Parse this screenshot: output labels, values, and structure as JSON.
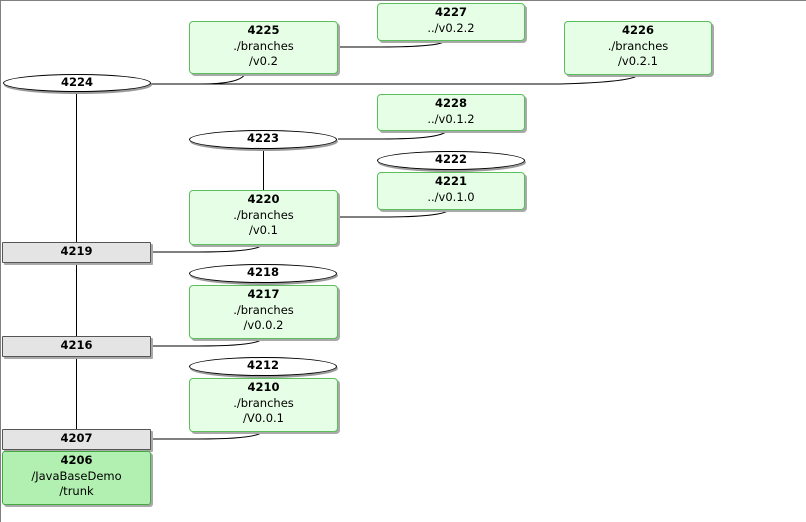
{
  "graph": {
    "nodes": [
      {
        "id": "n4224",
        "kind": "ellipse",
        "lines": [
          "4224"
        ]
      },
      {
        "id": "n4219",
        "kind": "rect",
        "lines": [
          "4219"
        ]
      },
      {
        "id": "n4216",
        "kind": "rect",
        "lines": [
          "4216"
        ]
      },
      {
        "id": "n4207",
        "kind": "rect",
        "lines": [
          "4207"
        ]
      },
      {
        "id": "n4206",
        "kind": "trunk",
        "lines": [
          "4206",
          "/JavaBaseDemo",
          "/trunk"
        ]
      },
      {
        "id": "n4225",
        "kind": "branch",
        "lines": [
          "4225",
          "./branches",
          "/v0.2"
        ]
      },
      {
        "id": "n4227",
        "kind": "branch",
        "lines": [
          "4227",
          "../v0.2.2"
        ]
      },
      {
        "id": "n4226",
        "kind": "branch",
        "lines": [
          "4226",
          "./branches",
          "/v0.2.1"
        ]
      },
      {
        "id": "n4228",
        "kind": "branch",
        "lines": [
          "4228",
          "../v0.1.2"
        ]
      },
      {
        "id": "n4223",
        "kind": "ellipse",
        "lines": [
          "4223"
        ]
      },
      {
        "id": "n4222",
        "kind": "ellipse",
        "lines": [
          "4222"
        ]
      },
      {
        "id": "n4221",
        "kind": "branch",
        "lines": [
          "4221",
          "../v0.1.0"
        ]
      },
      {
        "id": "n4220",
        "kind": "branch",
        "lines": [
          "4220",
          "./branches",
          "/v0.1"
        ]
      },
      {
        "id": "n4218",
        "kind": "ellipse",
        "lines": [
          "4218"
        ]
      },
      {
        "id": "n4217",
        "kind": "branch",
        "lines": [
          "4217",
          "./branches",
          "/v0.0.2"
        ]
      },
      {
        "id": "n4212",
        "kind": "ellipse",
        "lines": [
          "4212"
        ]
      },
      {
        "id": "n4210",
        "kind": "branch",
        "lines": [
          "4210",
          "./branches",
          "/V0.0.1"
        ]
      }
    ],
    "colors": {
      "branch_fill": "#e6fde6",
      "branch_border": "#5bbf5b",
      "trunk_fill": "#b2f0b2",
      "revision_rect_fill": "#e4e4e4",
      "ellipse_fill": "#ffffff",
      "edge": "#000000"
    }
  }
}
